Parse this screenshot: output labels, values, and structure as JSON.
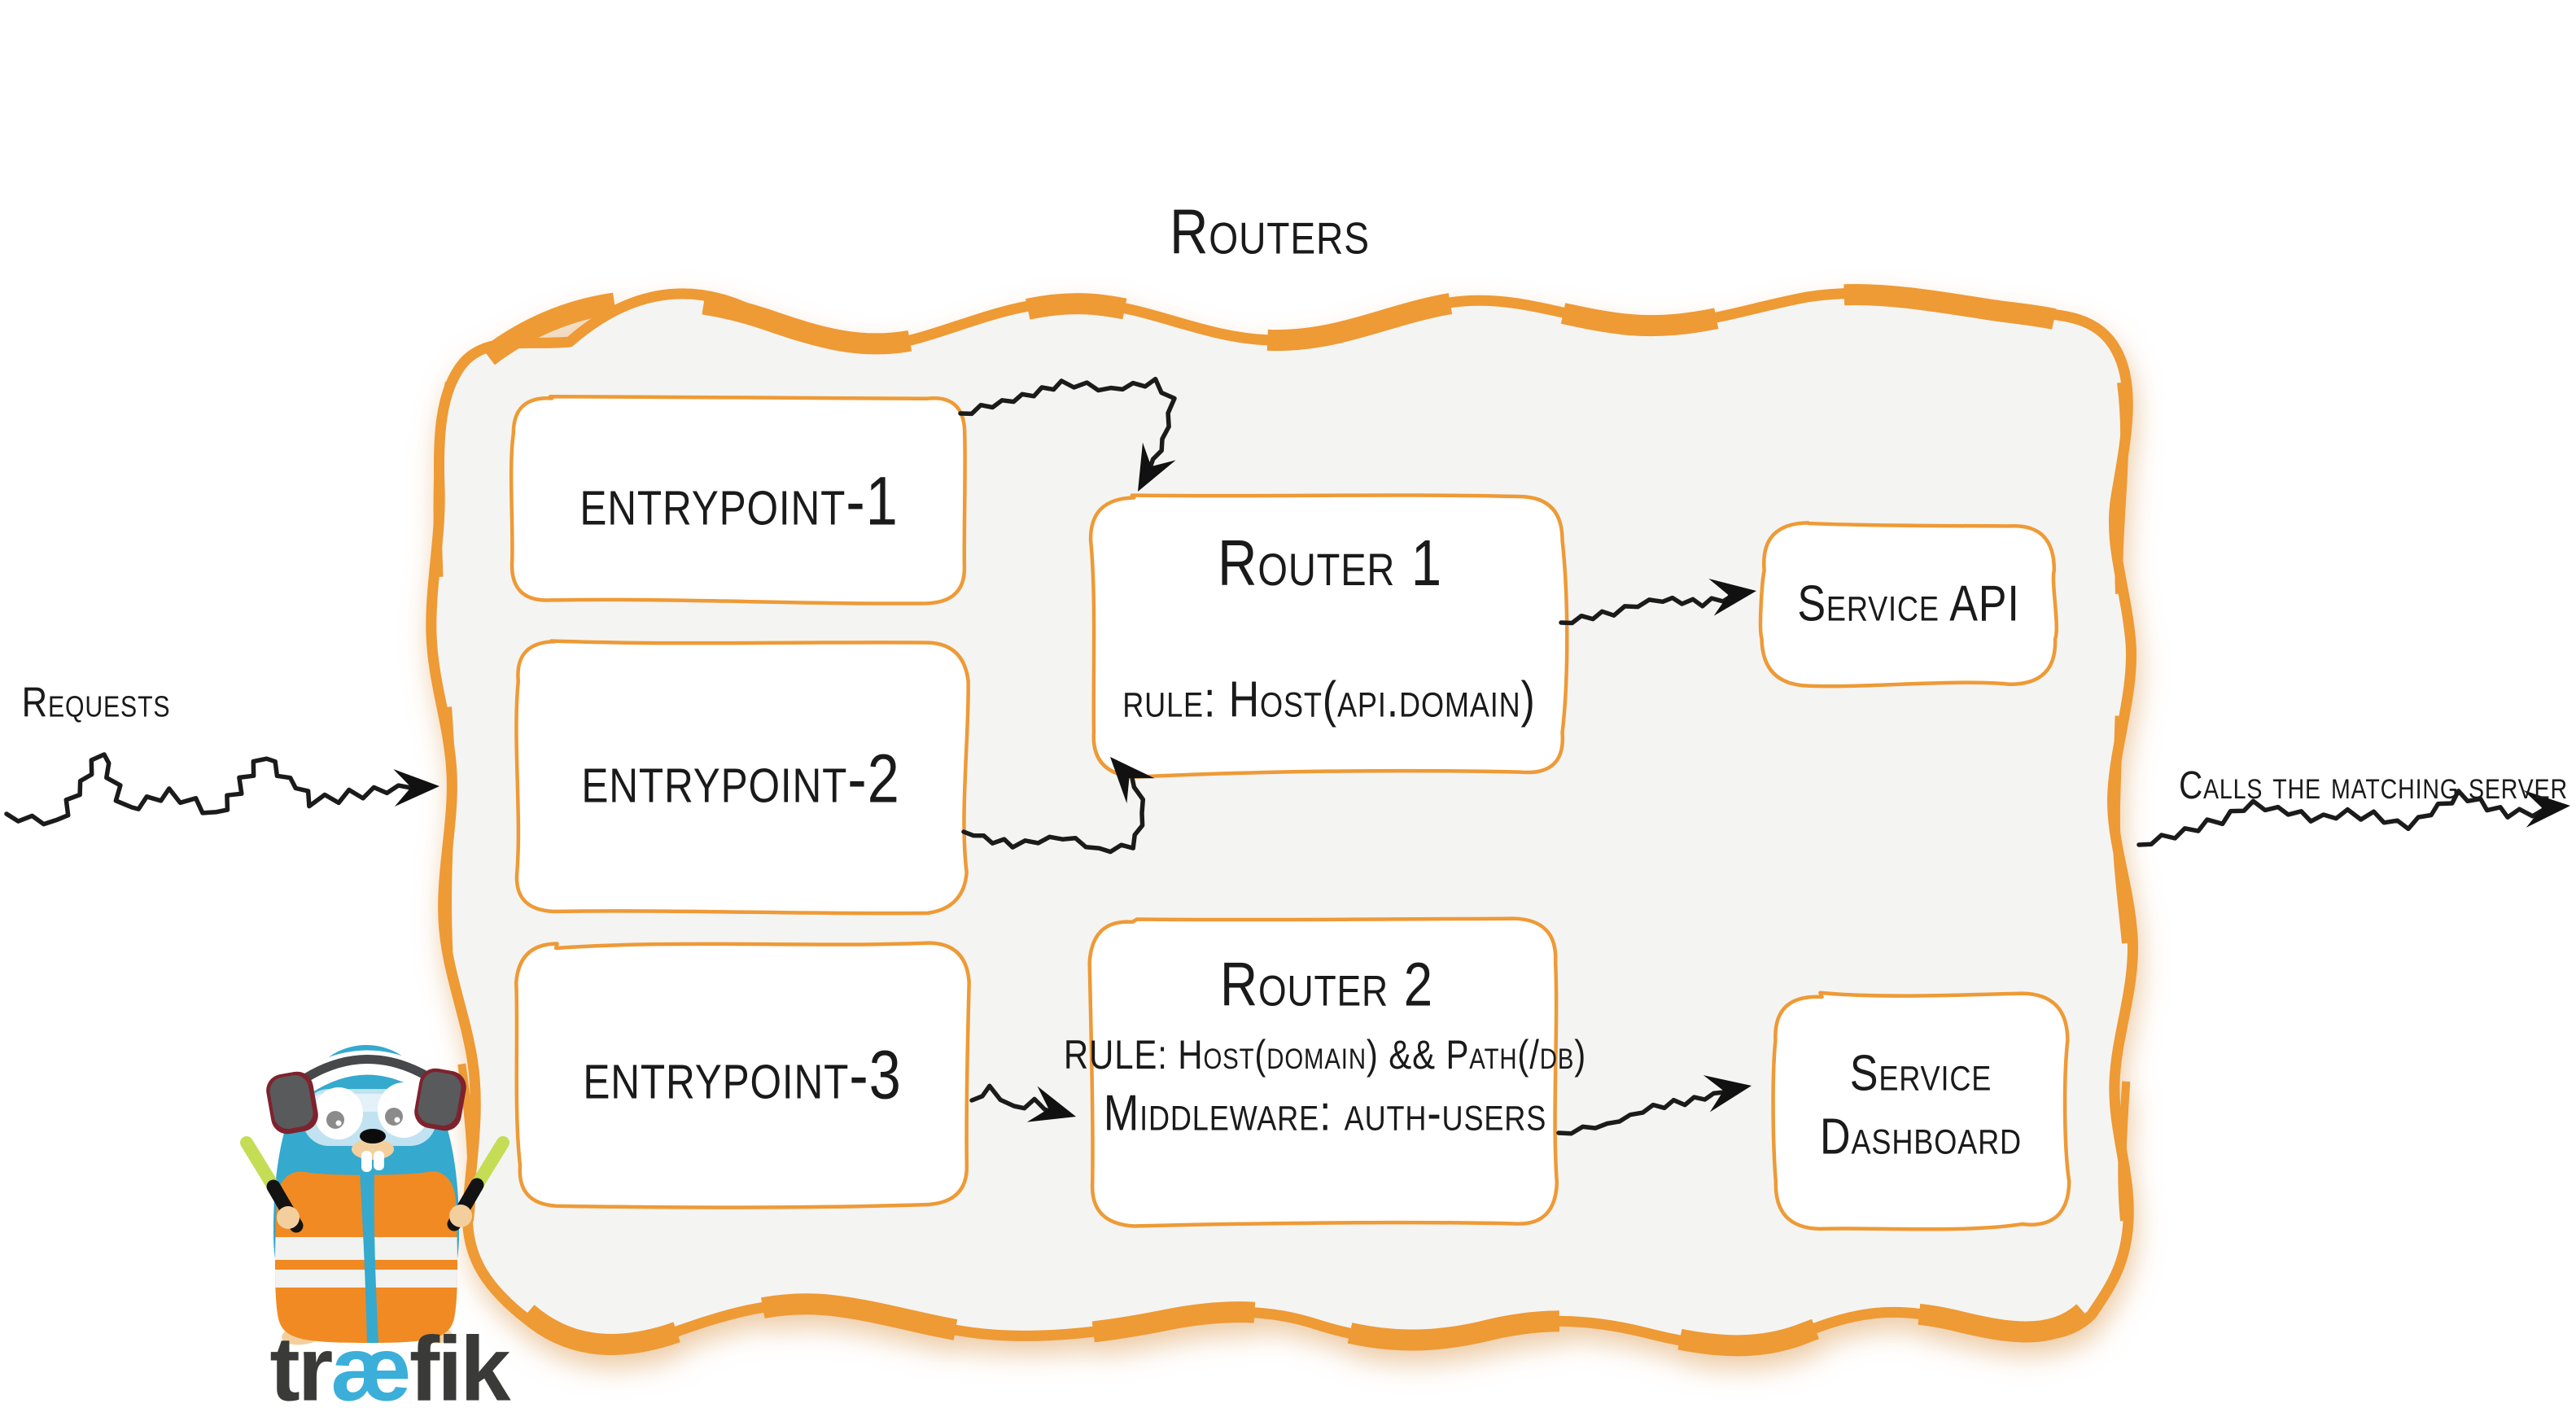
{
  "title": "Routers",
  "flow": {
    "incoming_label": "Requests",
    "outgoing_label": "Calls the matching server"
  },
  "entrypoints": [
    {
      "label": "entrypoint-1"
    },
    {
      "label": "entrypoint-2"
    },
    {
      "label": "entrypoint-3"
    }
  ],
  "routers": [
    {
      "name": "Router 1",
      "rule": "rule: Host(api.domain)"
    },
    {
      "name": "Router 2",
      "rule": "RULE: Host(domain) && Path(/db)",
      "middleware": "Middleware: auth-users"
    }
  ],
  "services": [
    {
      "label": "Service API"
    },
    {
      "label": "Service Dashboard",
      "lines": [
        "Service",
        "Dashboard"
      ]
    }
  ],
  "brand": {
    "wordmark": [
      "tr",
      "æ",
      "fik"
    ]
  },
  "colors": {
    "orange": "#EE9A36",
    "vest_orange": "#F18A22",
    "panel_gray": "#F4F4F3",
    "ink": "#1A1A1A",
    "teal": "#35A9CE",
    "wordmark_dark": "#3A3A38",
    "wordmark_teal": "#3BAFD9",
    "stick_green": "#C5DC55"
  }
}
